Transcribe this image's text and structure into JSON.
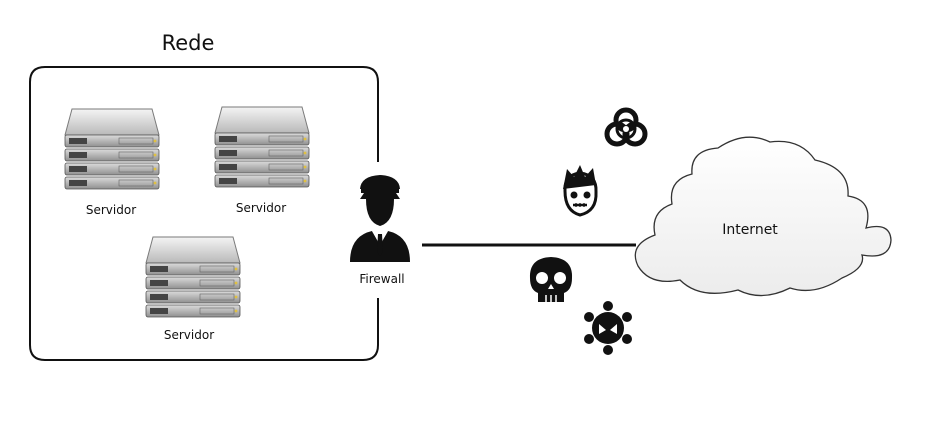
{
  "network": {
    "title": "Rede"
  },
  "servers": [
    {
      "label": "Servidor"
    },
    {
      "label": "Servidor"
    },
    {
      "label": "Servidor"
    }
  ],
  "firewall": {
    "label": "Firewall"
  },
  "internet": {
    "label": "Internet"
  },
  "threats": [
    {
      "icon": "biohazard-icon"
    },
    {
      "icon": "zombie-face-icon"
    },
    {
      "icon": "skull-icon"
    },
    {
      "icon": "virus-icon"
    }
  ]
}
